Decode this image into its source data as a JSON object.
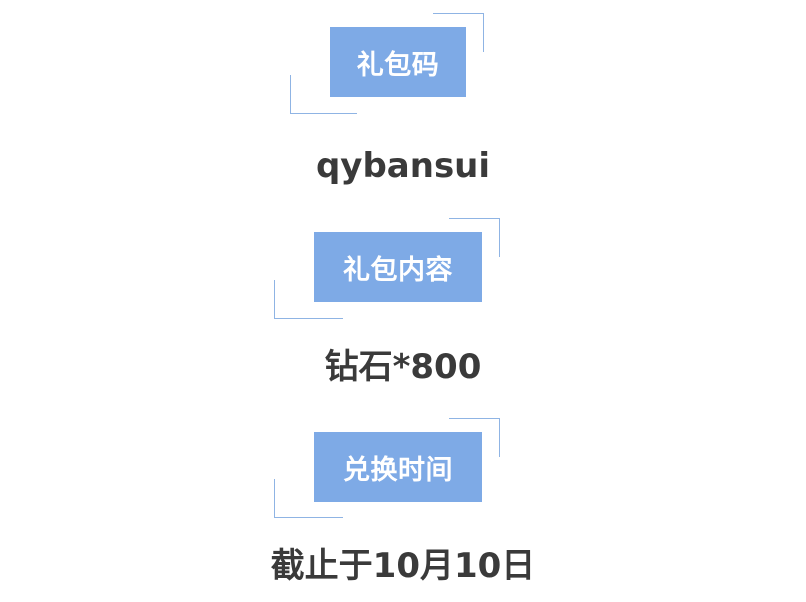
{
  "sections": [
    {
      "label": "礼包码",
      "value": "qybansui"
    },
    {
      "label": "礼包内容",
      "value": "钻石*800"
    },
    {
      "label": "兑换时间",
      "value": "截止于10月10日"
    }
  ],
  "colors": {
    "label_background": "#7eaae6",
    "label_text": "#ffffff",
    "corner_line": "#8fb4e4",
    "value_text": "#3a3a3a"
  }
}
